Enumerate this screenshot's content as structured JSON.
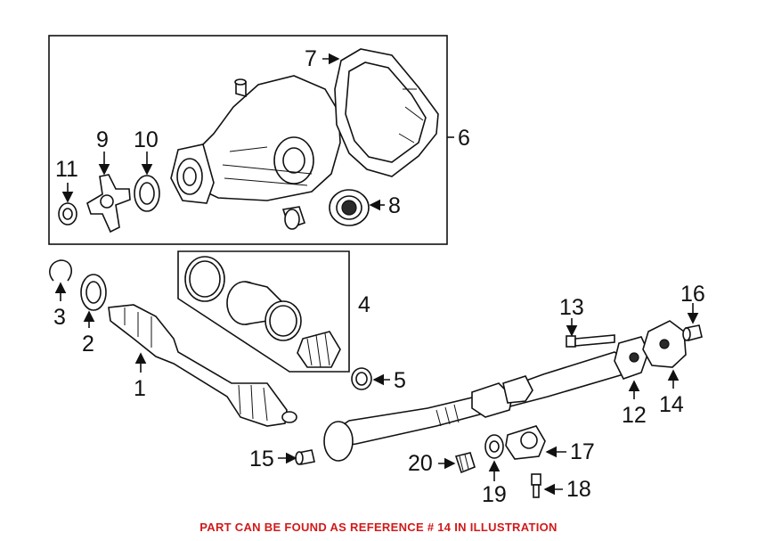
{
  "callouts": {
    "c1": "1",
    "c2": "2",
    "c3": "3",
    "c4": "4",
    "c5": "5",
    "c6": "6",
    "c7": "7",
    "c8": "8",
    "c9": "9",
    "c10": "10",
    "c11": "11",
    "c12": "12",
    "c13": "13",
    "c14": "14",
    "c15": "15",
    "c16": "16",
    "c17": "17",
    "c18": "18",
    "c19": "19",
    "c20": "20"
  },
  "footer": {
    "note": "PART CAN BE FOUND AS REFERENCE # 14 IN ILLUSTRATION",
    "note_color": "#d11a1a"
  }
}
